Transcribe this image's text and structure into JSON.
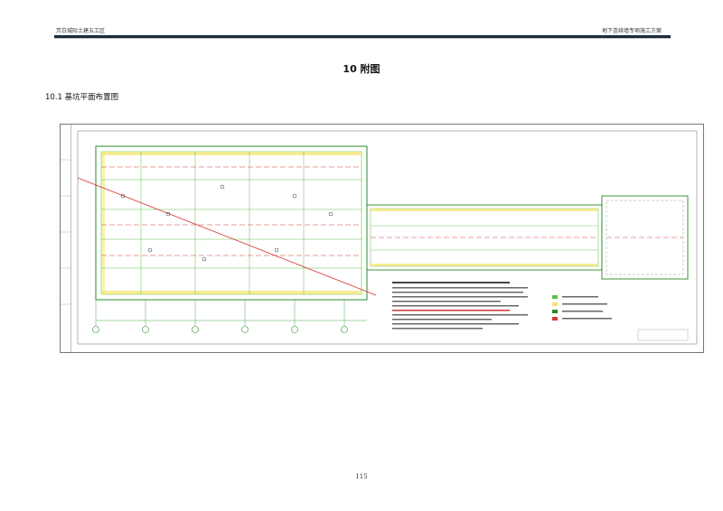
{
  "header": {
    "left": "芳白城际土建五工区",
    "right": "地下连续墙专项施工方案"
  },
  "section_title": "10 附图",
  "subsection_title": "10.1 基坑平面布置图",
  "page_number": "115",
  "drawing": {
    "description_label": "基坑平面布置图"
  }
}
